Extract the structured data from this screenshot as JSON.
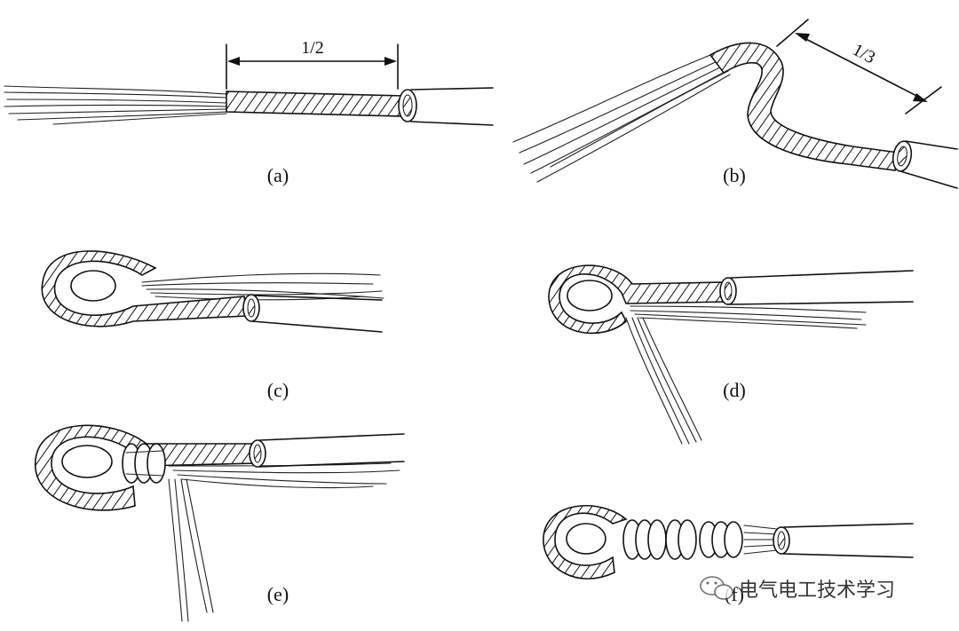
{
  "panels": [
    {
      "id": "a",
      "label": "(a)"
    },
    {
      "id": "b",
      "label": "(b)"
    },
    {
      "id": "c",
      "label": "(c)"
    },
    {
      "id": "d",
      "label": "(d)"
    },
    {
      "id": "e",
      "label": "(e)"
    },
    {
      "id": "f",
      "label": "(f)"
    }
  ],
  "dimensions": {
    "a": "1/2",
    "b": "1/3"
  },
  "watermark": {
    "text": "电气电工技术学习",
    "icon": "wechat-icon"
  }
}
